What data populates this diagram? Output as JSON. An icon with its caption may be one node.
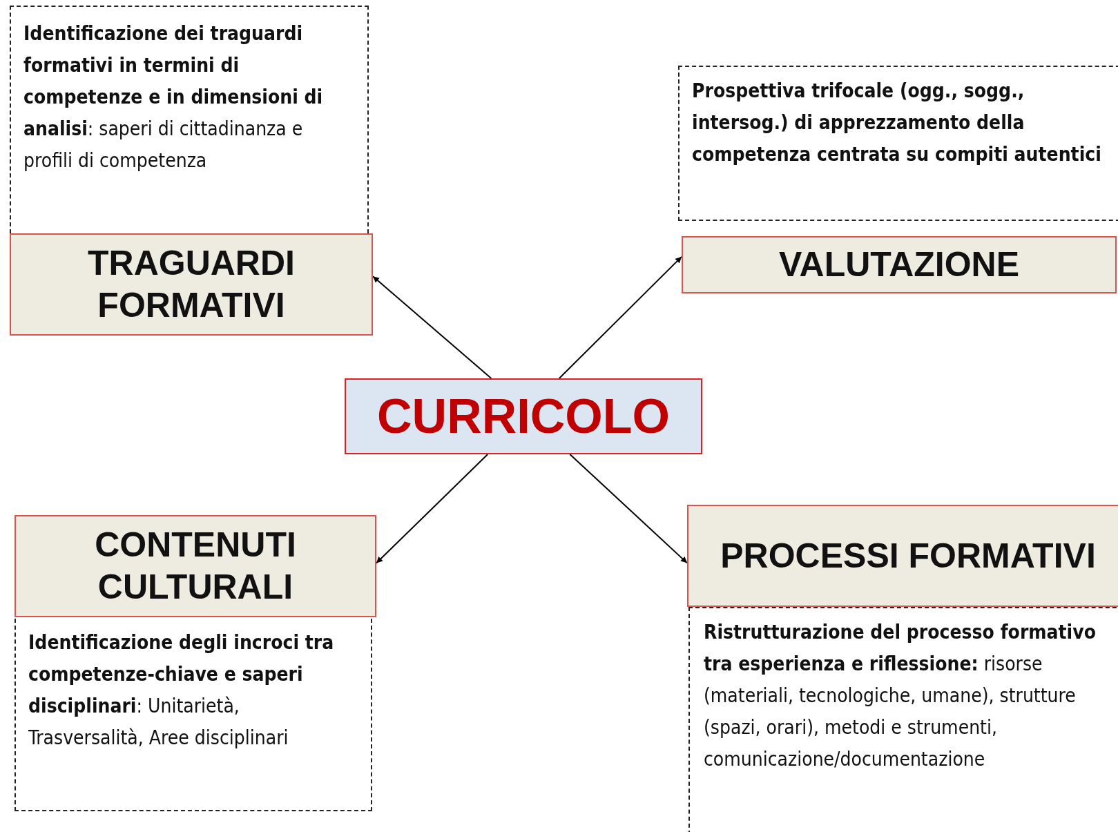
{
  "diagram": {
    "nodes": [
      {
        "text": [
          "**Identificazione dei traguardi formativi in termini di competenze e in dimensioni di analisi**: saperi di cittadinanza e profili di competenza"
        ]
      },
      {
        "text": [
          "TRAGUARDI FORMATIVI"
        ]
      },
      {
        "text": [
          "Prospettiva trifocale (ogg., sogg., intersog.) di apprezzamento della competenza centrata su compiti autentici"
        ]
      },
      {
        "text": [
          "VALUTAZIONE"
        ]
      },
      {
        "text": [
          "CURRICOLO"
        ]
      },
      {
        "text": [
          "CONTENUTI CULTURALI"
        ]
      },
      {
        "text": [
          "**Identificazione degli incroci tra competenze-chiave e saperi disciplinari**: Unitarietà, Trasversalità, Aree disciplinari"
        ]
      },
      {
        "text": [
          "PROCESSI FORMATIVI"
        ]
      },
      {
        "text": [
          "**Ristrutturazione del processo formativo tra esperienza e riflessione:** risorse (materiali, tecnologiche, umane), strutture (spazi, orari), metodi e strumenti, comunicazione/documentazione"
        ]
      }
    ],
    "edges": [
      {
        "from": 4,
        "to": 1,
        "arrow": "to"
      },
      {
        "from": 4,
        "to": 3,
        "arrow": "to"
      },
      {
        "from": 4,
        "to": 5,
        "arrow": "to"
      },
      {
        "from": 4,
        "to": 7,
        "arrow": "to"
      }
    ]
  }
}
